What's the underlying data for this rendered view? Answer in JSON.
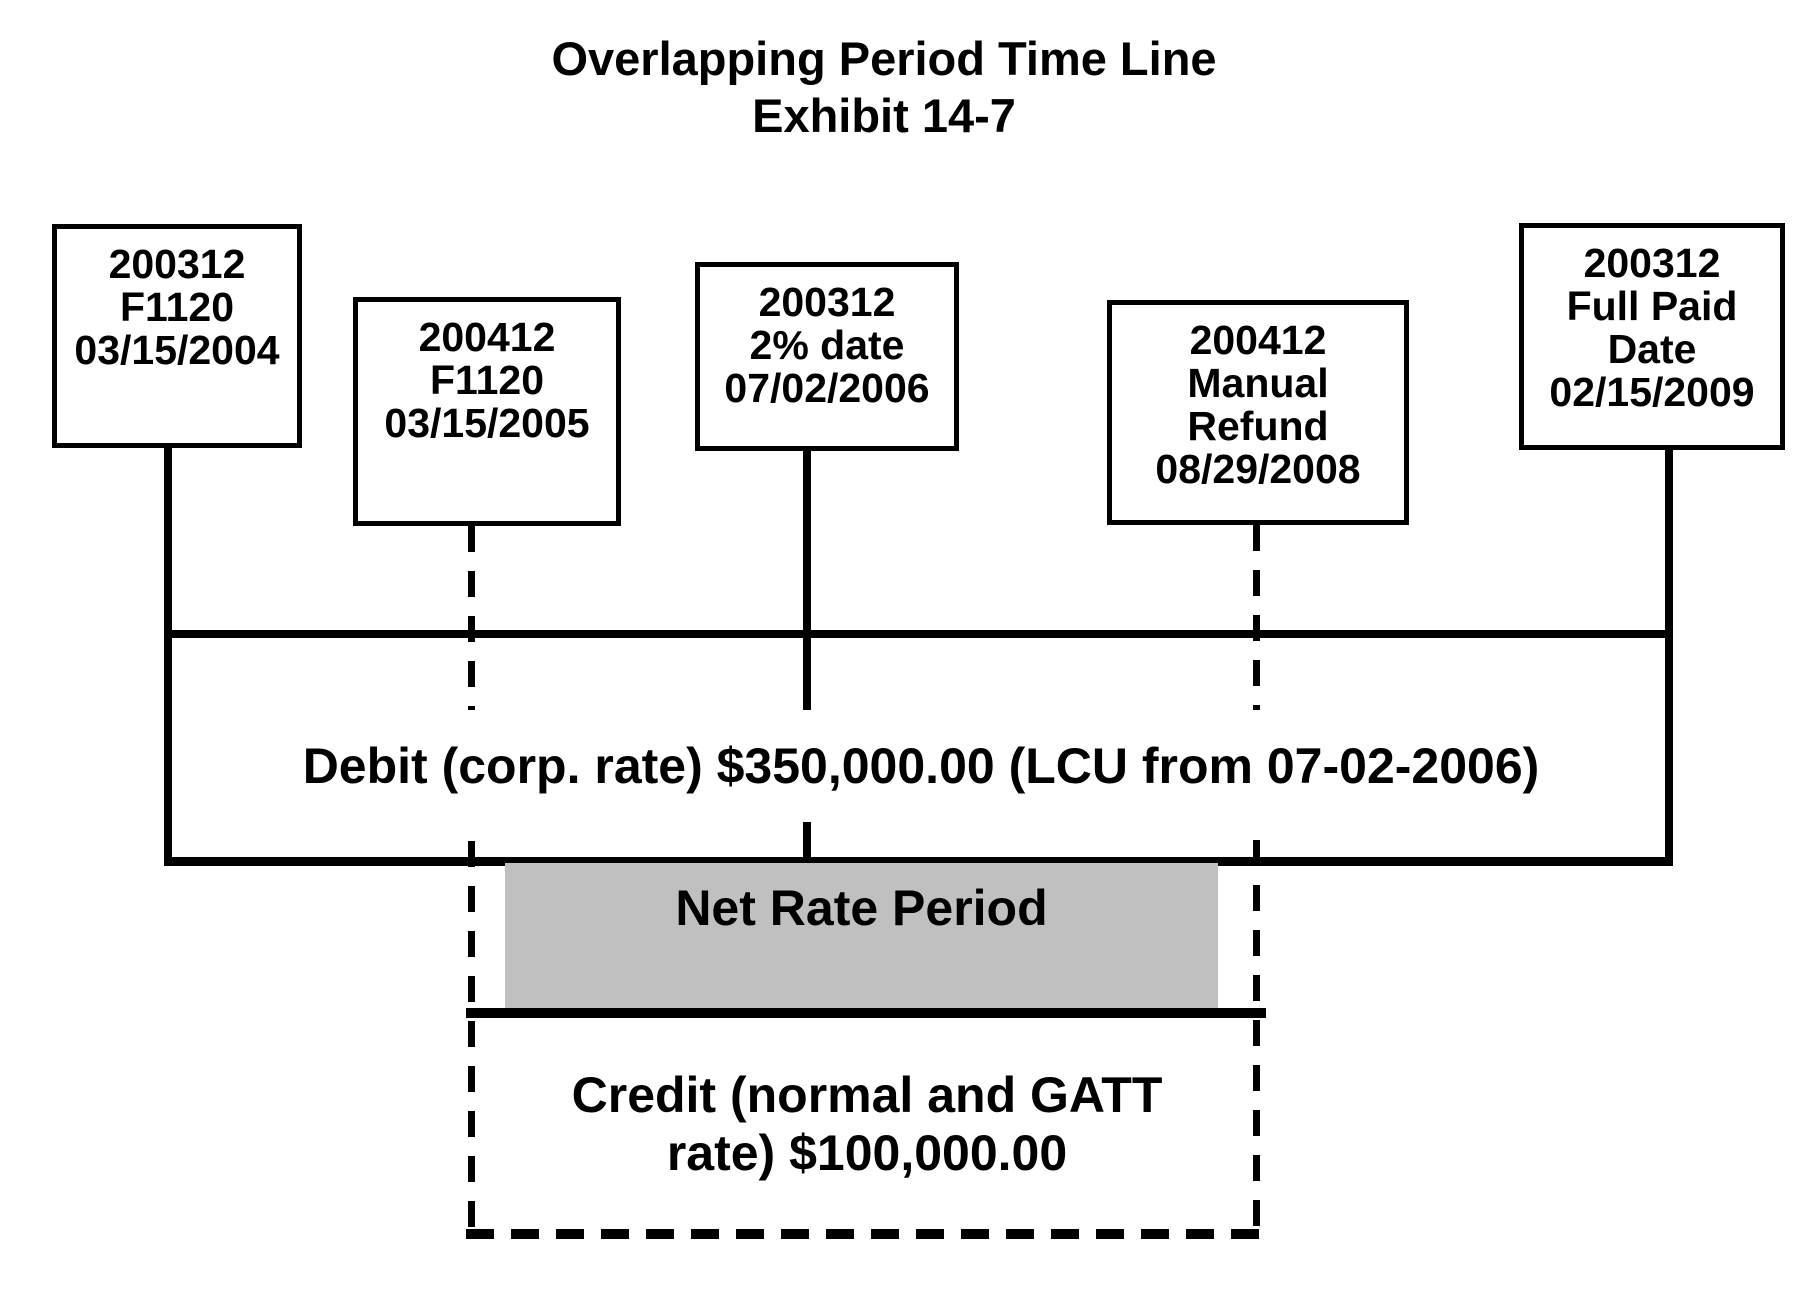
{
  "title": {
    "line1": "Overlapping Period Time Line",
    "line2": "Exhibit 14-7"
  },
  "boxes": [
    {
      "name": "200312-f1120",
      "lines": [
        "200312",
        "F1120",
        "03/15/2004"
      ]
    },
    {
      "name": "200412-f1120",
      "lines": [
        "200412",
        "F1120",
        "03/15/2005"
      ]
    },
    {
      "name": "200312-2pct-date",
      "lines": [
        "200312",
        "2% date",
        "07/02/2006"
      ]
    },
    {
      "name": "200412-manual-refund",
      "lines": [
        "200412",
        "Manual",
        "Refund",
        "08/29/2008"
      ]
    },
    {
      "name": "200312-full-paid",
      "lines": [
        "200312",
        "Full Paid",
        "Date",
        "02/15/2009"
      ]
    }
  ],
  "debit": {
    "label": "Debit (corp. rate) $350,000.00 (LCU from 07-02-2006)"
  },
  "net_rate": {
    "label": "Net Rate Period"
  },
  "credit": {
    "line1": "Credit (normal and GATT",
    "line2": "rate) $100,000.00"
  },
  "colors": {
    "line": "#000000",
    "net_rate_fill": "#c0c0c0",
    "background": "#ffffff",
    "text": "#000000"
  }
}
